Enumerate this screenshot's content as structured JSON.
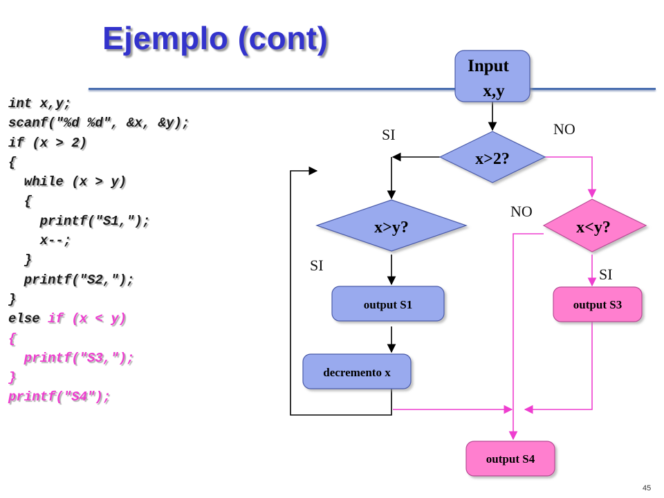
{
  "title": "Ejemplo (cont)",
  "code": {
    "lines": [
      {
        "text": "int x,y;",
        "color": "#1a1a1a"
      },
      {
        "text": "scanf(\"%d %d\", &x, &y);",
        "color": "#1a1a1a"
      },
      {
        "text": "if (x > 2)",
        "color": "#1a1a1a"
      },
      {
        "text": "{",
        "color": "#1a1a1a"
      },
      {
        "text": "  while (x > y)",
        "color": "#1a1a1a"
      },
      {
        "text": "  {",
        "color": "#1a1a1a"
      },
      {
        "text": "    printf(\"S1,\");",
        "color": "#1a1a1a"
      },
      {
        "text": "    x--;",
        "color": "#1a1a1a"
      },
      {
        "text": "  }",
        "color": "#1a1a1a"
      },
      {
        "text": "  printf(\"S2,\");",
        "color": "#1a1a1a"
      },
      {
        "text": "}",
        "color": "#1a1a1a"
      },
      {
        "text_dark": "else ",
        "text_pink": "if (x < y)",
        "color": "#ee3ecf"
      },
      {
        "text": "{",
        "color": "#ee3ecf"
      },
      {
        "text": "  printf(\"S3,\");",
        "color": "#ee3ecf"
      },
      {
        "text": "}",
        "color": "#ee3ecf"
      },
      {
        "text": "printf(\"S4\");",
        "color": "#ee3ecf"
      }
    ]
  },
  "flowchart": {
    "input_line1": "Input",
    "input_line2": "x,y",
    "decision_x_gt_2": "x>2?",
    "decision_x_gt_y": "x>y?",
    "decision_x_lt_y": "x<y?",
    "output_s1": "output S1",
    "decremento": "decremento  x",
    "output_s3": "output S3",
    "output_s4": "output S4",
    "label_si_top": "SI",
    "label_no_top": "NO",
    "label_no_right": "NO",
    "label_si_left": "SI",
    "label_si_right": "SI"
  },
  "colors": {
    "title": "#3333cc",
    "blue_fill": "#99aaee",
    "pink_fill": "#ff7fcf",
    "pink_arrow": "#ee3ecf",
    "black_arrow": "#000000"
  },
  "page_number": "45"
}
